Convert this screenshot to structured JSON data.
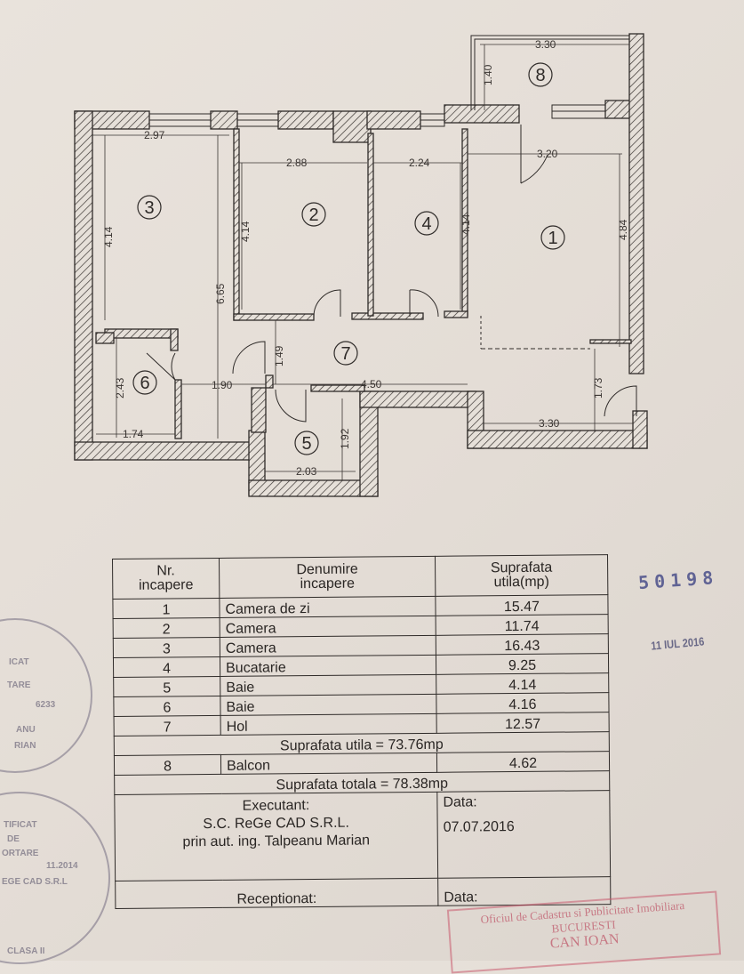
{
  "floor_plan": {
    "rooms": [
      {
        "nr": "1",
        "label": "1"
      },
      {
        "nr": "2",
        "label": "2"
      },
      {
        "nr": "3",
        "label": "3"
      },
      {
        "nr": "4",
        "label": "4"
      },
      {
        "nr": "5",
        "label": "5"
      },
      {
        "nr": "6",
        "label": "6"
      },
      {
        "nr": "7",
        "label": "7"
      },
      {
        "nr": "8",
        "label": "8"
      }
    ],
    "dimensions": {
      "balcony_width": "3.30",
      "balcony_depth": "1.40",
      "room3_width": "2.97",
      "room3_depth": "4.14",
      "room2_width": "2.88",
      "room2_depth": "4.14",
      "room4_width": "2.24",
      "room4_depth": "4.14",
      "room1_width": "3.20",
      "room1_depth": "4.84",
      "overall_left_depth": "6.65",
      "hall_depth": "1.49",
      "room6_depth": "2.43",
      "room6_width": "1.74",
      "hall_corridor_width": "1.90",
      "hall_length": "4.50",
      "entry_depth": "1.73",
      "entry_width": "3.30",
      "room5_depth": "1.92",
      "room5_width": "2.03"
    }
  },
  "table": {
    "headers": {
      "nr": "Nr. incapere",
      "nr_line1": "Nr.",
      "nr_line2": "incapere",
      "name_line1": "Denumire",
      "name_line2": "incapere",
      "area_line1": "Suprafata",
      "area_line2": "utila(mp)"
    },
    "rows": [
      {
        "nr": "1",
        "name": "Camera de zi",
        "area": "15.47"
      },
      {
        "nr": "2",
        "name": "Camera",
        "area": "11.74"
      },
      {
        "nr": "3",
        "name": "Camera",
        "area": "16.43"
      },
      {
        "nr": "4",
        "name": "Bucatarie",
        "area": "9.25"
      },
      {
        "nr": "5",
        "name": "Baie",
        "area": "4.14"
      },
      {
        "nr": "6",
        "name": "Baie",
        "area": "4.16"
      },
      {
        "nr": "7",
        "name": "Hol",
        "area": "12.57"
      }
    ],
    "subtotal": "Suprafata utila = 73.76mp",
    "balcony_row": {
      "nr": "8",
      "name": "Balcon",
      "area": "4.62"
    },
    "total": "Suprafata totala = 78.38mp",
    "executant": {
      "label": "Executant:",
      "company": "S.C. ReGe CAD S.R.L.",
      "engineer": "prin aut. ing. Talpeanu Marian"
    },
    "date_label": "Data:",
    "date_value": "07.07.2016",
    "received_label": "Receptionat:",
    "received_date_label": "Data:"
  },
  "stamps": {
    "registration_number": "50198",
    "registration_date": "11 IUL 2016",
    "seal_top_lines": [
      "ICAT",
      "TARE",
      "6233",
      "ANU",
      "RIAN"
    ],
    "seal_bottom_lines": [
      "TIFICAT",
      "DE",
      "ORTARE",
      "11.2014",
      "EGE CAD S.R.L",
      "CLASA II"
    ],
    "office_stamp_line1": "Oficiul de Cadastru si Publicitate Imobiliara",
    "office_stamp_line2": "BUCURESTI",
    "office_stamp_line3": "CAN IOAN"
  },
  "colors": {
    "paper": "#e6e0d9",
    "ink": "#2f2b29",
    "stamp_blue": "#4a4f8a",
    "stamp_red": "#c85a6e"
  }
}
